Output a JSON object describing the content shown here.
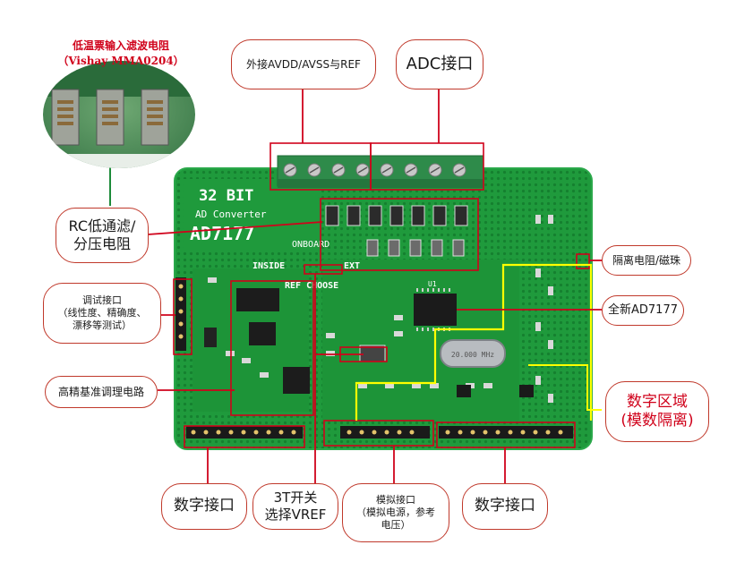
{
  "inset": {
    "title_line1": "低温票输入滤波电阻",
    "title_line2": "（Vishay MMA0204）"
  },
  "board_silkscreen": {
    "line1": "32 BIT",
    "line2": "AD Converter",
    "line3": "AD7177",
    "onboard": "ONBOARD",
    "inside": "INSIDE",
    "ext": "EXT",
    "ref_choose": "REF CHOOSE",
    "chip_label": "U1",
    "crystal_label": "20.000 MHz"
  },
  "callouts": {
    "ext_power": "外接AVDD/AVSS与REF",
    "adc_port": "ADC接口",
    "rc_filter": "RC低通滤/\n分压电阻",
    "debug_port": "调试接口\n（线性度、精确度、\n漂移等测试）",
    "precision_ref": "高精基准调理电路",
    "isolation": "隔离电阻/磁珠",
    "new_chip": "全新AD7177",
    "digital_zone": "数字区域\n(模数隔离)",
    "digital_port_left": "数字接口",
    "switch_vref": "3T开关\n选择VREF",
    "analog_port": "模拟接口\n（模拟电源，参考\n电压）",
    "digital_port_right": "数字接口"
  },
  "colors": {
    "pcb_green": "#1f9a3c",
    "pcb_dark": "#177a2f",
    "terminal_green": "#2e8b4a",
    "callout_border": "#c0392b",
    "highlight_red": "#d0021b",
    "digital_yellow": "#ffff00",
    "leader_green": "#1d8b3a"
  }
}
